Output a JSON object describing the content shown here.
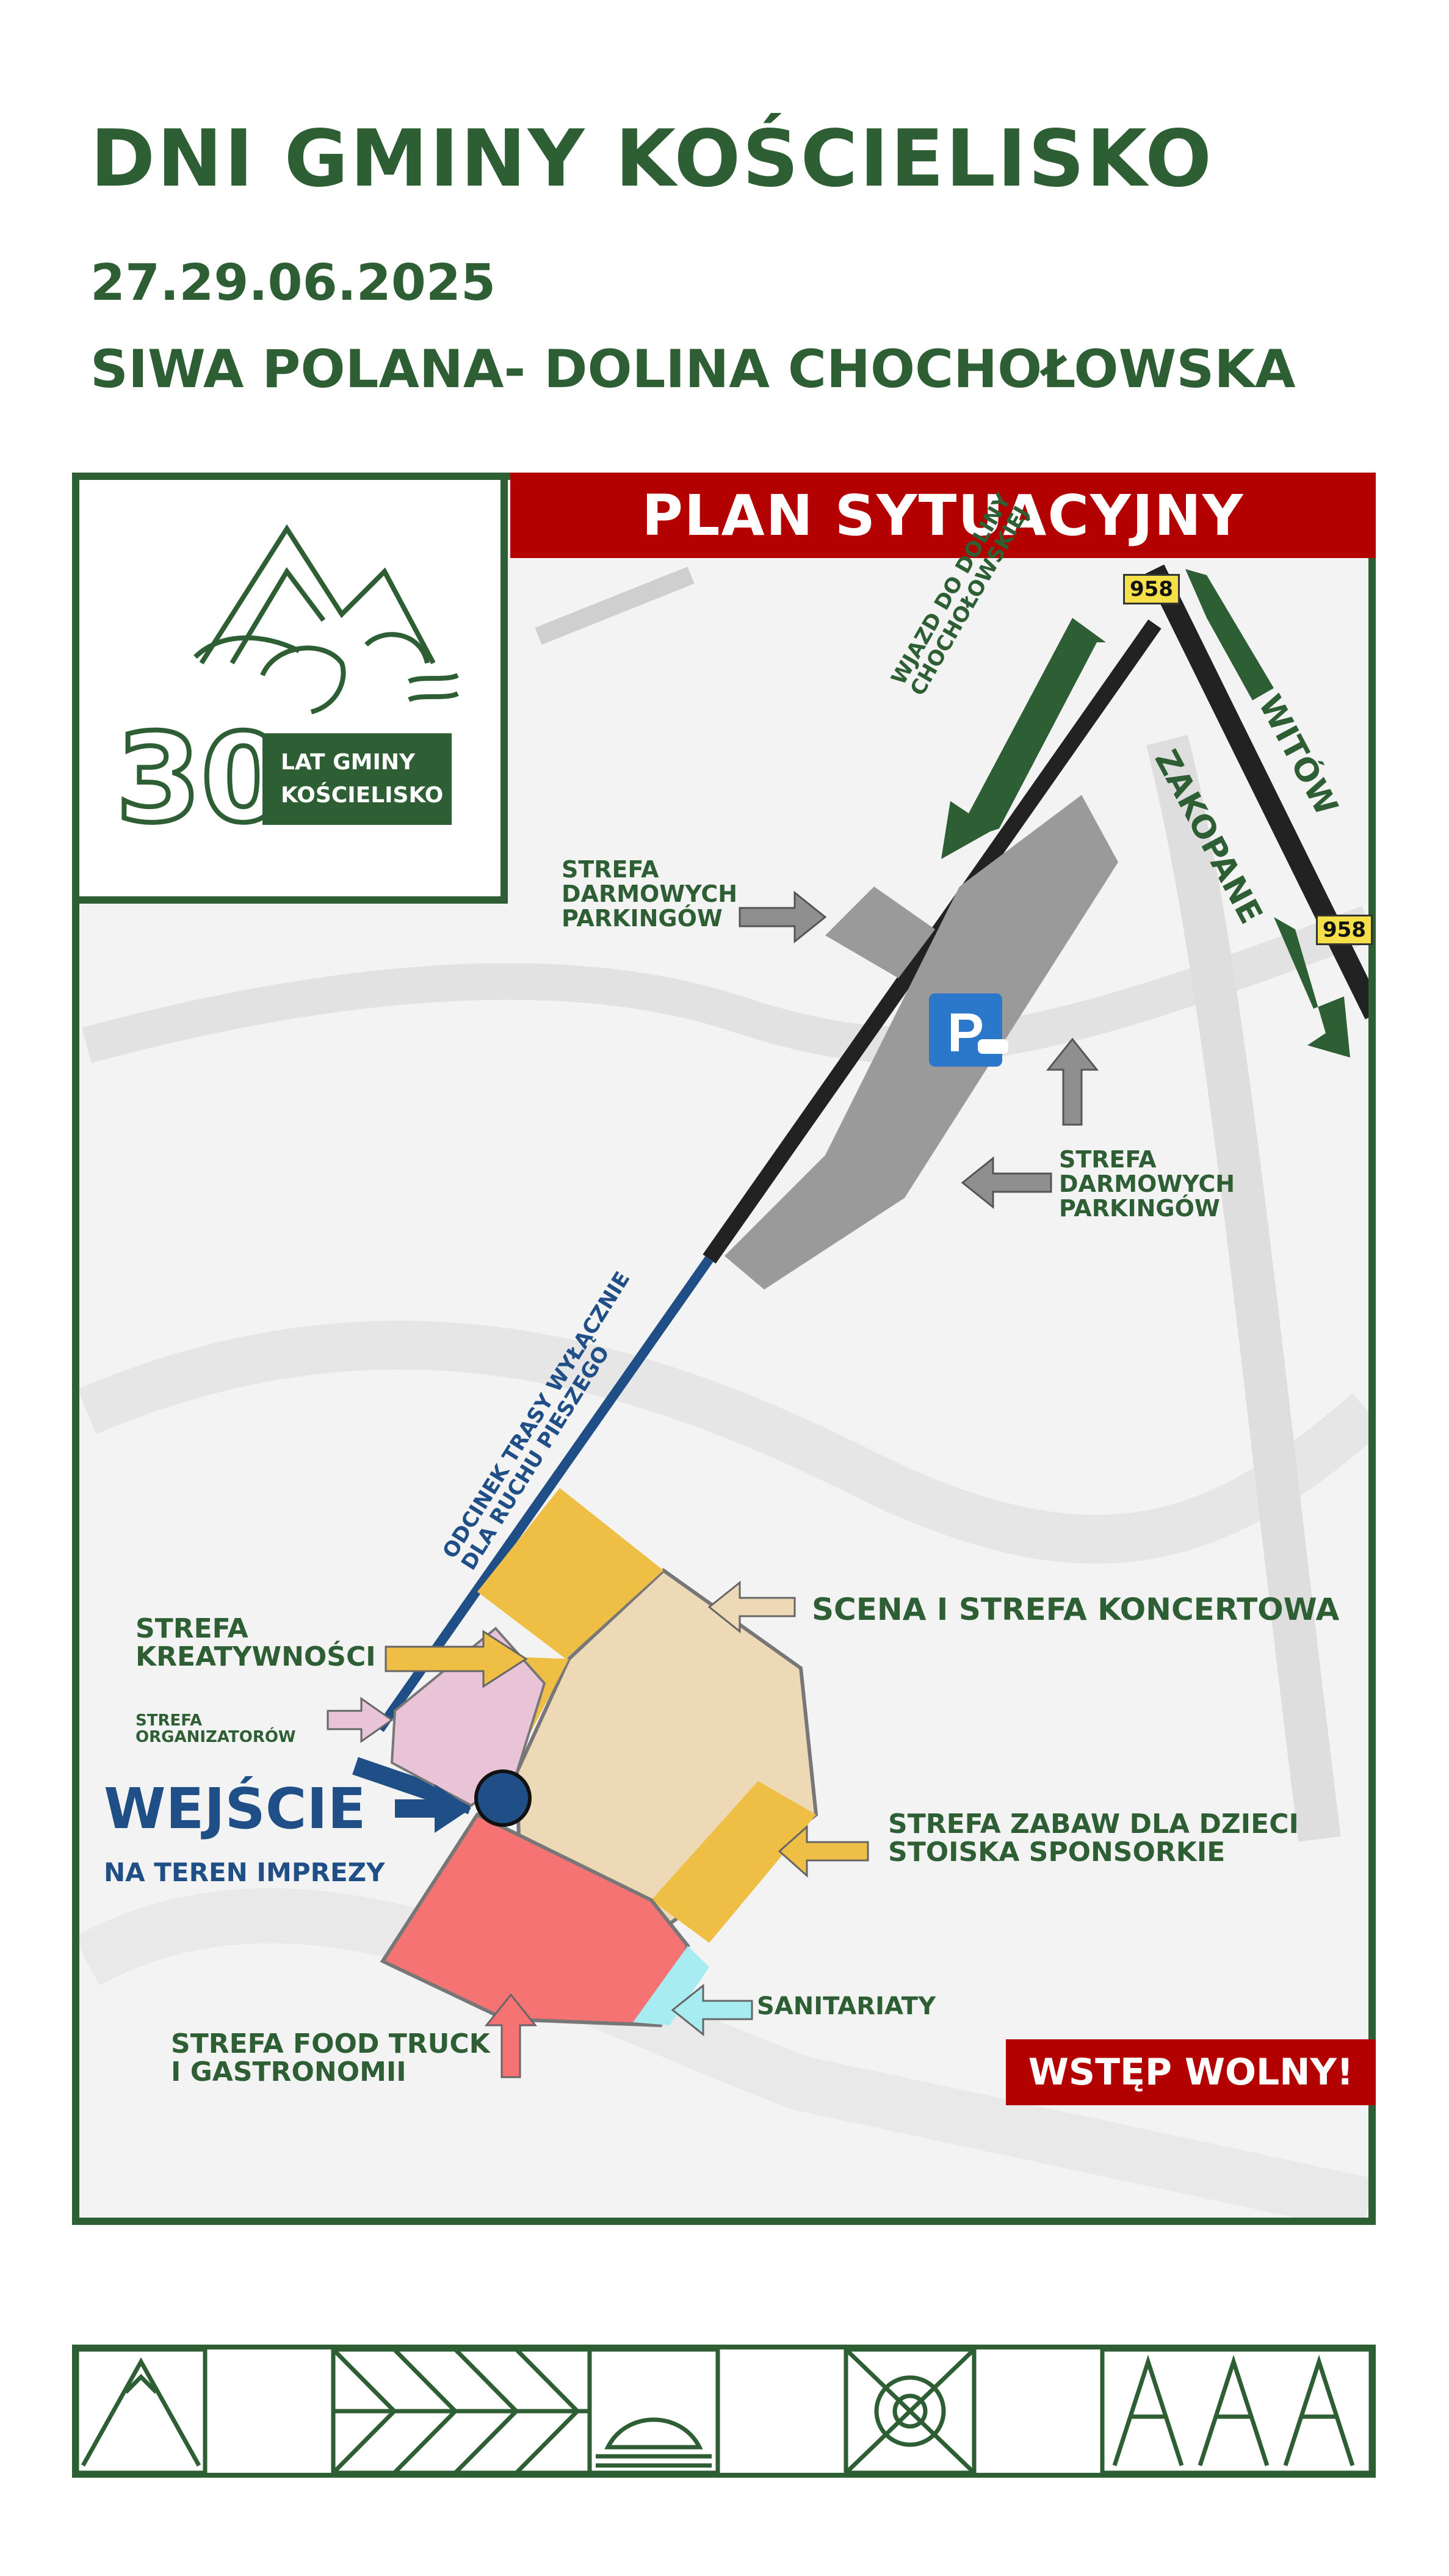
{
  "header": {
    "title": "DNI GMINY KOŚCIELISKO",
    "date": "27.29.06.2025",
    "place": "SIWA POLANA- DOLINA CHOCHOŁOWSKA"
  },
  "logo": {
    "number": "30",
    "line1": "LAT GMINY",
    "line2": "KOŚCIELISKO"
  },
  "map": {
    "banner": "PLAN SYTUACYJNY",
    "road_number": "958",
    "labels": {
      "parking_top": [
        "STREFA",
        "DARMOWYCH",
        "PARKINGÓW"
      ],
      "parking_right": [
        "STREFA",
        "DARMOWYCH",
        "PARKINGÓW"
      ],
      "entry_valley": [
        "WJAZD DO DOLINY",
        "CHOCHOŁOWSKIEJ"
      ],
      "witow": "WITÓW",
      "zakopane": "ZAKOPANE",
      "pedestrian": [
        "ODCINEK TRASY WYŁĄCZNIE",
        "DLA RUCHU PIESZEGO"
      ],
      "concert": "SCENA I STREFA KONCERTOWA",
      "creativity": [
        "STREFA",
        "KREATYWNOŚCI"
      ],
      "organizers": [
        "STREFA",
        "ORGANIZATORÓW"
      ],
      "entrance": "WEJŚCIE",
      "entrance_sub": "NA TEREN IMPREZY",
      "kids": [
        "STREFA ZABAW DLA DZIECI",
        "STOISKA SPONSORKIE"
      ],
      "sanitary": "SANITARIATY",
      "food": [
        "STREFA FOOD TRUCK",
        "I GASTRONOMII"
      ],
      "free_entry": "WSTĘP WOLNY!"
    },
    "colors": {
      "green": "#2e5e34",
      "red": "#b30000",
      "blue": "#1f4f86",
      "yellow_zone": "#efbf45",
      "beige_zone": "#eed9b7",
      "pink_zone": "#e9c3d6",
      "red_zone": "#f57373",
      "cyan_zone": "#a7ecf1",
      "parking_gray": "#9a9a9a"
    }
  }
}
